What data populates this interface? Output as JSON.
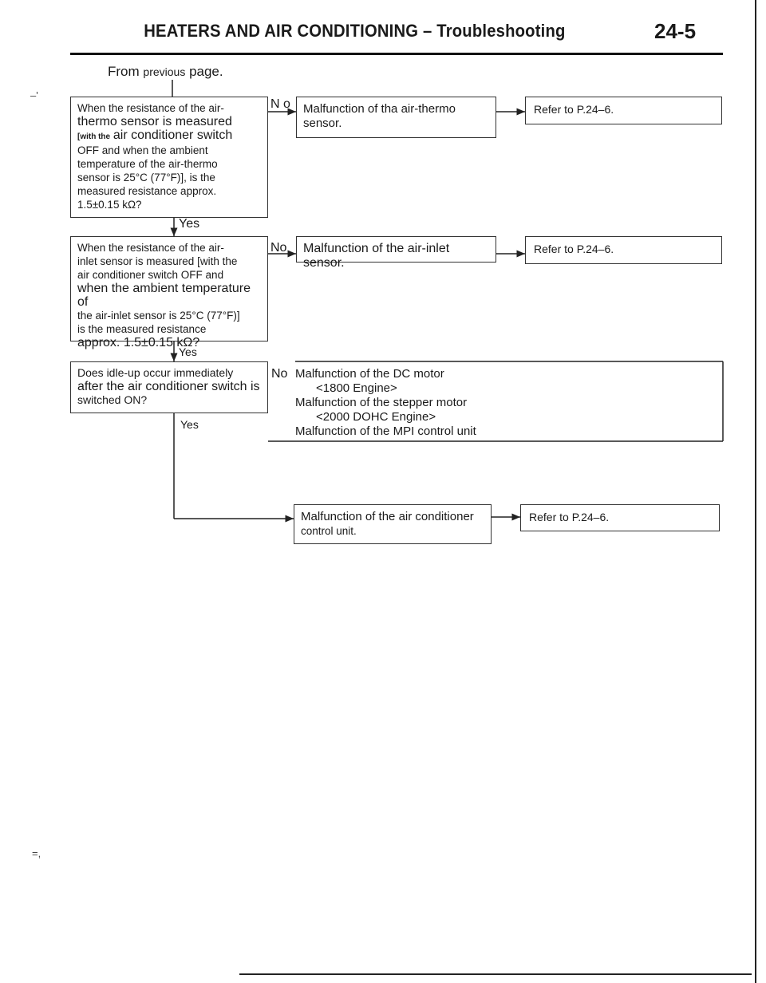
{
  "header": {
    "title": "HEATERS AND AIR CONDITIONING – Troubleshooting",
    "page_number": "24-5"
  },
  "from_previous": {
    "prefix": "From",
    "small": "previous",
    "suffix": "page."
  },
  "step1": {
    "line1": "When the resistance of the air-",
    "line2": "thermo sensor is measured",
    "line3_tiny": "[with the",
    "line3_rest": "air conditioner switch",
    "line4": "OFF and when the ambient",
    "line5": "temperature of the air-thermo",
    "line6": "sensor is 25°C (77°F)], is the",
    "line7": "measured resistance approx.",
    "line8": "1.5±0.15 kΩ?",
    "no_label": "N o",
    "yes_label": "Yes",
    "result_line1": "Malfunction of tha air-thermo",
    "result_line2": "sensor.",
    "ref": "Refer to P.24–6."
  },
  "step2": {
    "line1": "When the resistance of the air-",
    "line2": "inlet sensor is measured [with the",
    "line3": "air conditioner switch OFF and",
    "line4": "when the ambient temperature of",
    "line5": "the air-inlet sensor is 25°C (77°F)]",
    "line6": "is the measured resistance",
    "line7": "approx. 1.5±0.15 kΩ?",
    "no_label": "No",
    "yes_label": "Yes",
    "result": "Malfunction of the air-inlet sensor.",
    "ref": "Refer to P.24–6."
  },
  "step3": {
    "line1": "Does idle-up occur immediately",
    "line2": "after the air conditioner switch is",
    "line3": "switched ON?",
    "no_label": "No",
    "yes_label": "Yes",
    "result_lines": [
      "Malfunction of the DC motor",
      "<1800 Engine>",
      "Malfunction of the stepper motor",
      "<2000 DOHC Engine>",
      "Malfunction of the MPI control unit"
    ]
  },
  "step4": {
    "result_line1": "Malfunction of the air conditioner",
    "result_line2": "control unit.",
    "ref": "Refer to P.24–6."
  },
  "stray_marks": [
    "–'",
    "=,"
  ],
  "colors": {
    "ink": "#1a1a1a",
    "rule": "#111111"
  }
}
